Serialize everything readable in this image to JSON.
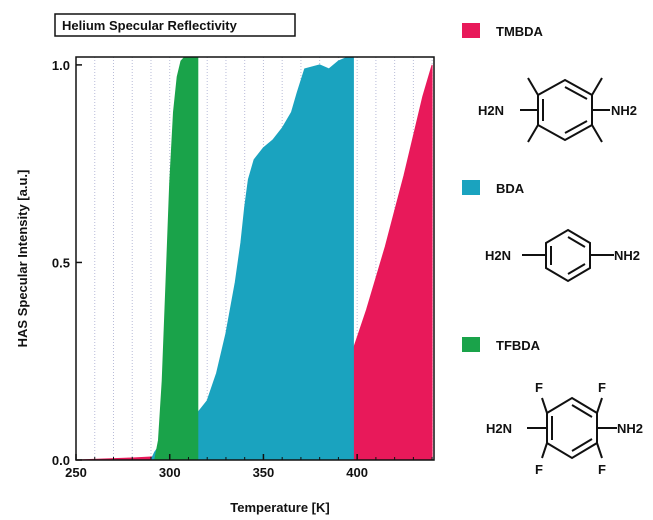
{
  "chart_data": {
    "type": "area",
    "title": "Helium Specular Reflectivity",
    "xlabel": "Temperature [K]",
    "ylabel": "HAS Specular Intensity [a.u.]",
    "xlim": [
      250,
      441
    ],
    "ylim": [
      0,
      1.02
    ],
    "xticks": [
      250,
      300,
      350,
      400
    ],
    "yticks": [
      0.0,
      0.5,
      1.0
    ],
    "ytick_labels": [
      "0.0",
      "0.5",
      "1.0"
    ],
    "grid": "vertical dotted",
    "legend_placement": "right",
    "series": [
      {
        "name": "TMBDA",
        "color": "#e8195a",
        "x": [
          250,
          280,
          300,
          320,
          350,
          370,
          375,
          380,
          385,
          390,
          395,
          400,
          405,
          410,
          415,
          420,
          425,
          430,
          435,
          440
        ],
        "y": [
          0.0,
          0.005,
          0.01,
          0.01,
          0.01,
          0.02,
          0.05,
          0.09,
          0.13,
          0.18,
          0.24,
          0.31,
          0.38,
          0.46,
          0.54,
          0.63,
          0.72,
          0.82,
          0.92,
          1.0
        ]
      },
      {
        "name": "BDA",
        "color": "#1aa3bf",
        "x": [
          290,
          292,
          295,
          300,
          305,
          310,
          315,
          320,
          325,
          330,
          335,
          338,
          340,
          342,
          345,
          350,
          355,
          360,
          365,
          368,
          372,
          380,
          385,
          390,
          395,
          398
        ],
        "y": [
          0.0,
          0.02,
          0.04,
          0.06,
          0.08,
          0.1,
          0.12,
          0.15,
          0.22,
          0.32,
          0.45,
          0.55,
          0.64,
          0.71,
          0.76,
          0.79,
          0.81,
          0.84,
          0.88,
          0.93,
          0.99,
          1.0,
          0.99,
          1.01,
          1.02,
          1.02
        ]
      },
      {
        "name": "TFBDA",
        "color": "#1aa34a",
        "x": [
          292,
          294,
          296,
          298,
          300,
          302,
          304,
          306,
          308,
          310,
          312,
          314,
          315
        ],
        "y": [
          0.0,
          0.05,
          0.2,
          0.45,
          0.7,
          0.88,
          0.97,
          1.01,
          1.02,
          1.02,
          1.02,
          1.02,
          1.02
        ]
      }
    ]
  },
  "legend": [
    {
      "name": "TMBDA",
      "color": "#e8195a",
      "molecule": {
        "left": "H2N",
        "right": "NH2",
        "substituent": "methyl"
      }
    },
    {
      "name": "BDA",
      "color": "#1aa3bf",
      "molecule": {
        "left": "H2N",
        "right": "NH2",
        "substituent": "none"
      }
    },
    {
      "name": "TFBDA",
      "color": "#1aa34a",
      "molecule": {
        "left": "H2N",
        "right": "NH2",
        "substituent": "F"
      }
    }
  ]
}
